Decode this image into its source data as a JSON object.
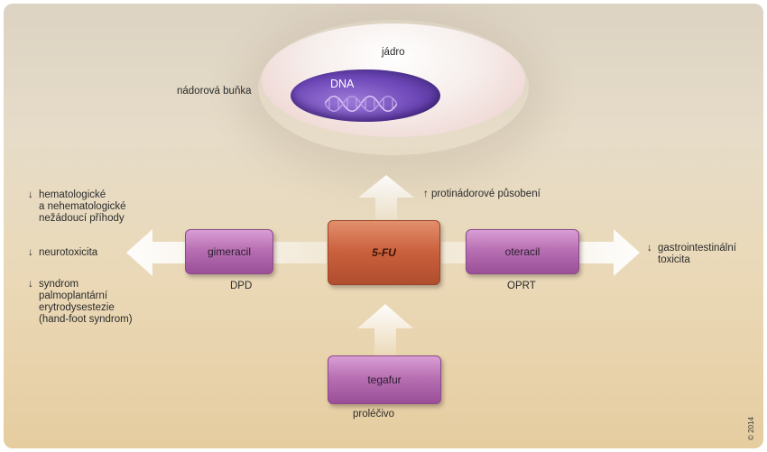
{
  "cell": {
    "label": "nádorová buňka",
    "nucleus_label": "jádro",
    "dna_label": "DNA"
  },
  "center": {
    "label": "5-FU",
    "effect_arrow": "↑",
    "effect_text": "protinádorové působení"
  },
  "left": {
    "box_label": "gimeracil",
    "enzyme_label": "DPD",
    "effects": [
      {
        "arrow": "↓",
        "text": "hematologické\na nehematologické\nnežádoucí příhody"
      },
      {
        "arrow": "↓",
        "text": "neurotoxicita"
      },
      {
        "arrow": "↓",
        "text": "syndrom\npalmoplantární\nerytrodysestezie\n(hand-foot syndrom)"
      }
    ]
  },
  "right": {
    "box_label": "oteracil",
    "enzyme_label": "OPRT",
    "effect": {
      "arrow": "↓",
      "text": "gastrointestinální\ntoxicita"
    }
  },
  "bottom": {
    "box_label": "tegafur",
    "sub_label": "proléčivo"
  },
  "credit": "© 2014",
  "colors": {
    "purple_box": "#b870b3",
    "orange_box": "#c95f3c",
    "nucleus": "#6c46b6",
    "arrow": "#ffffff"
  }
}
